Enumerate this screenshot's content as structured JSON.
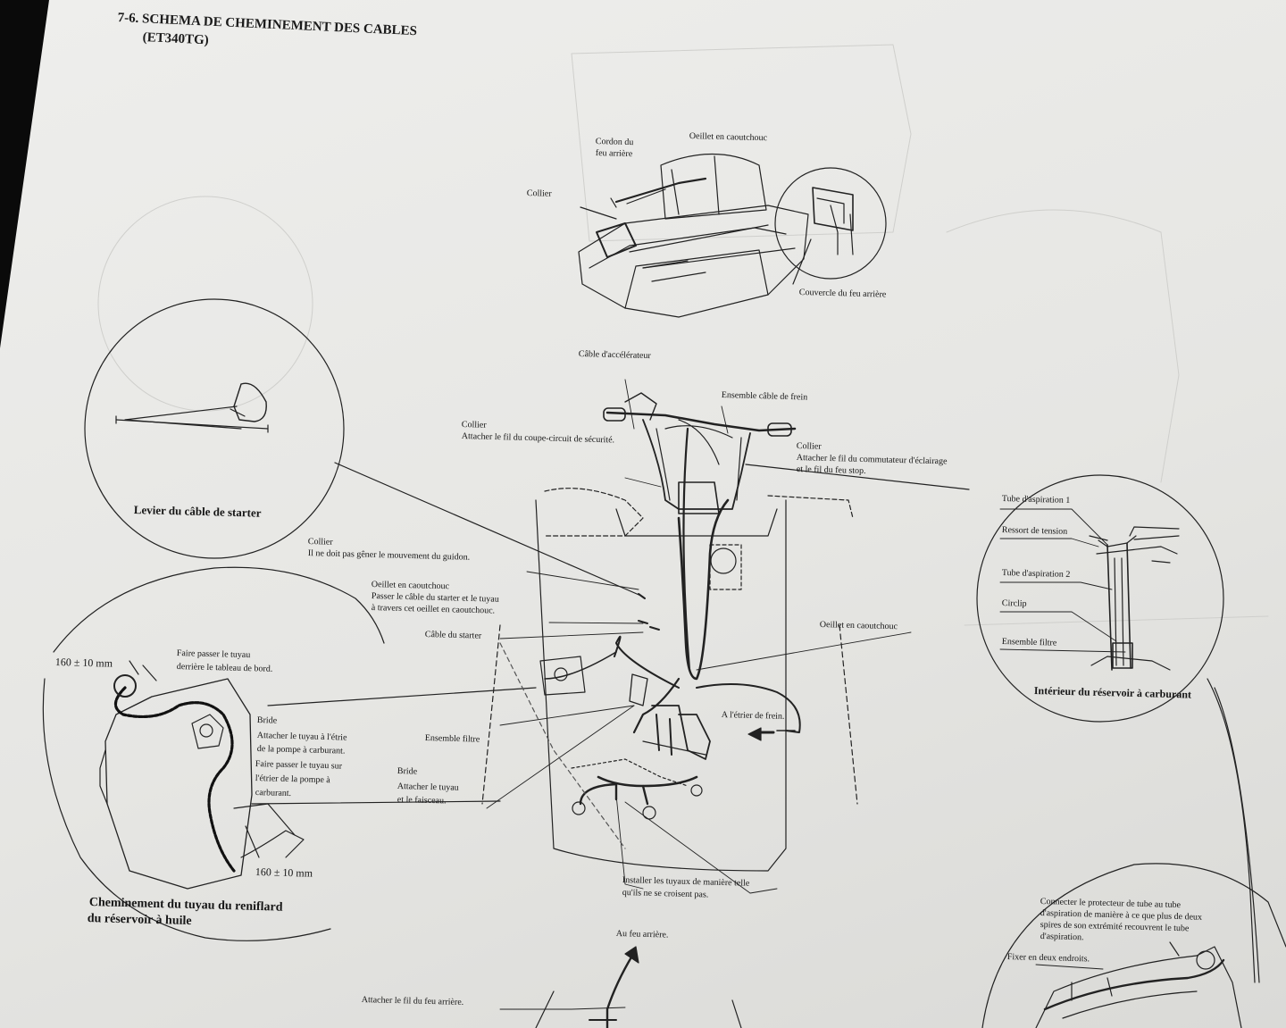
{
  "title": {
    "number": "7-6.",
    "heading": "SCHEMA DE CHEMINEMENT DES CABLES",
    "model": "(ET340TG)"
  },
  "labels": {
    "cordon_feu": [
      "Cordon du",
      "feu arrière"
    ],
    "oeillet_top": "Oeillet en caoutchouc",
    "collier_top": "Collier",
    "couvercle": "Couvercle du feu arrière",
    "cable_accel": "Câble d'accélérateur",
    "ensemble_frein": "Ensemble câble de frein",
    "collier_coupe": [
      "Collier",
      "Attacher le fil du coupe-circuit de sécurité."
    ],
    "collier_eclairage": [
      "Collier",
      "Attacher le fil du commutateur d'éclairage",
      "et le fil du feu stop."
    ],
    "levier_starter": "Levier du câble de starter",
    "collier_guidon": [
      "Collier",
      "Il ne doit pas gêner le mouvement du guidon."
    ],
    "oeillet_starter": [
      "Oeillet en caoutchouc",
      "Passer le câble du starter et le tuyau",
      "à travers cet oeillet en caoutchouc."
    ],
    "cable_starter": "Câble du starter",
    "oeillet_right": "Oeillet en caoutchouc",
    "etrier_frein": "A l'étrier de frein.",
    "ensemble_filtre_mid": "Ensemble filtre",
    "bride_faisceau": [
      "Bride",
      "Attacher le tuyau",
      "et le faisceau."
    ],
    "installer_tuyaux": [
      "Installer les tuyaux de manière telle",
      "qu'ils ne se croisent pas."
    ],
    "au_feu": "Au feu arrière.",
    "attacher_feu": "Attacher le fil du feu arrière.",
    "mm_top": "160 ± 10 mm",
    "faire_passer": [
      "Faire passer le tuyau",
      "derrière le tableau de bord."
    ],
    "bride_pompe": [
      "Bride",
      "Attacher le tuyau à l'étrie",
      "de la pompe à carburant.",
      "Faire passer le tuyau sur",
      "l'étrier de la pompe à",
      "carburant."
    ],
    "mm_bottom": "160 ± 10 mm",
    "reniflard": [
      "Cheminement du tuyau du reniflard",
      "du réservoir à huile"
    ],
    "tube_asp1": "Tube d'aspiration 1",
    "ressort": "Ressort de tension",
    "tube_asp2": "Tube d'aspiration 2",
    "circlip": "Circlip",
    "ensemble_filtre_right": "Ensemble filtre",
    "interieur": "Intérieur du réservoir à carburant",
    "connecter": [
      "Connecter le protecteur de tube au tube",
      "d'aspiration de manière à ce que plus de deux",
      "spires de son extrémité recouvrent le tube",
      "d'aspiration."
    ],
    "fixer": "Fixer en deux endroits."
  }
}
